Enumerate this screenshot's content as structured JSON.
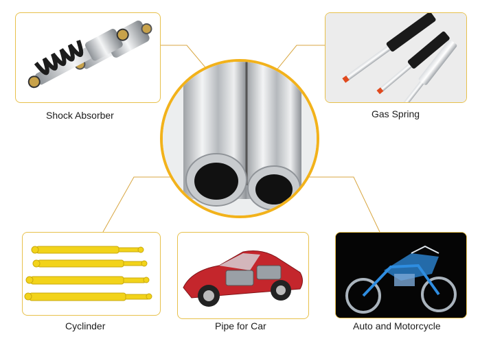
{
  "labels": {
    "shock_absorber": "Shock Absorber",
    "gas_spring": "Gas Spring",
    "cyclinder": "Cyclinder",
    "pipe_for_car": "Pipe for Car",
    "auto_and_motorcycle": "Auto and Motorcycle"
  },
  "colors": {
    "accent_border": "#f2b21b",
    "card_border": "#e7c04a",
    "connector_line": "#d8a640",
    "cylinder_yellow": "#f2d31a",
    "car_red": "#c4262c",
    "motorcycle_blue": "#2f8de0",
    "tube_silver": "#c9ccd0"
  }
}
